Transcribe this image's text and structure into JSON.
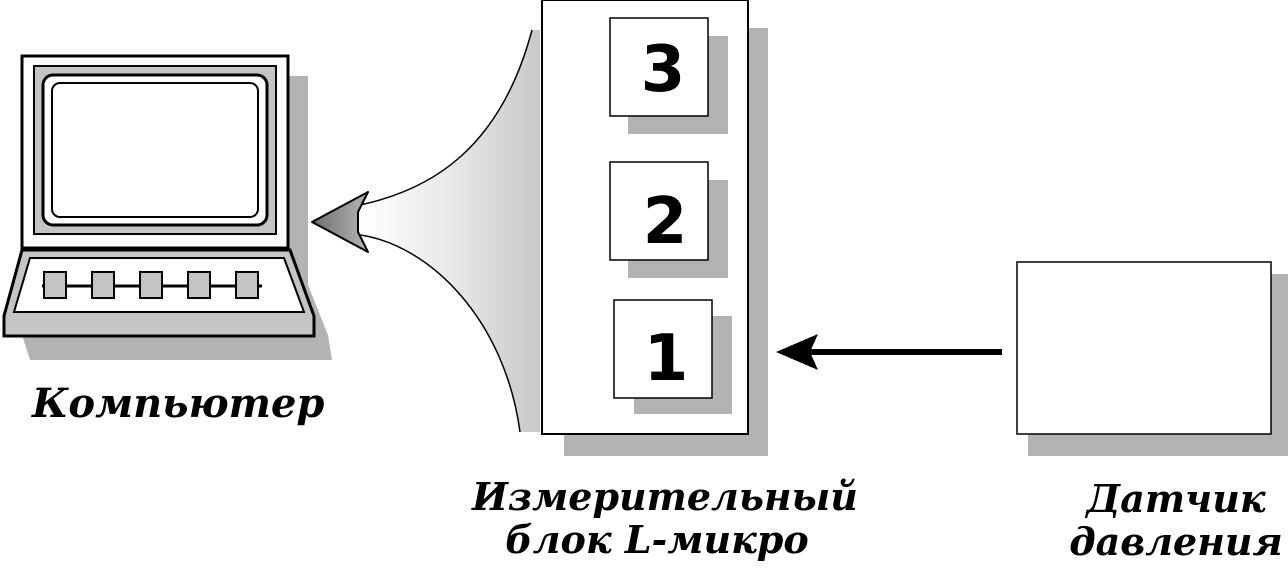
{
  "computer": {
    "label": "Компьютер"
  },
  "measuring_unit": {
    "label_line1": "Измерительный",
    "label_line2": "блок L-микро",
    "slots": [
      "3",
      "2",
      "1"
    ]
  },
  "sensor": {
    "label_line1": "Датчик",
    "label_line2": "давления"
  },
  "colors": {
    "shadow": "#b3b3b3",
    "outline": "#000000",
    "fan_gradient_start": "#ffffff",
    "fan_gradient_end": "#cfcfcf",
    "arrow_fill": "#8c8c8c"
  }
}
